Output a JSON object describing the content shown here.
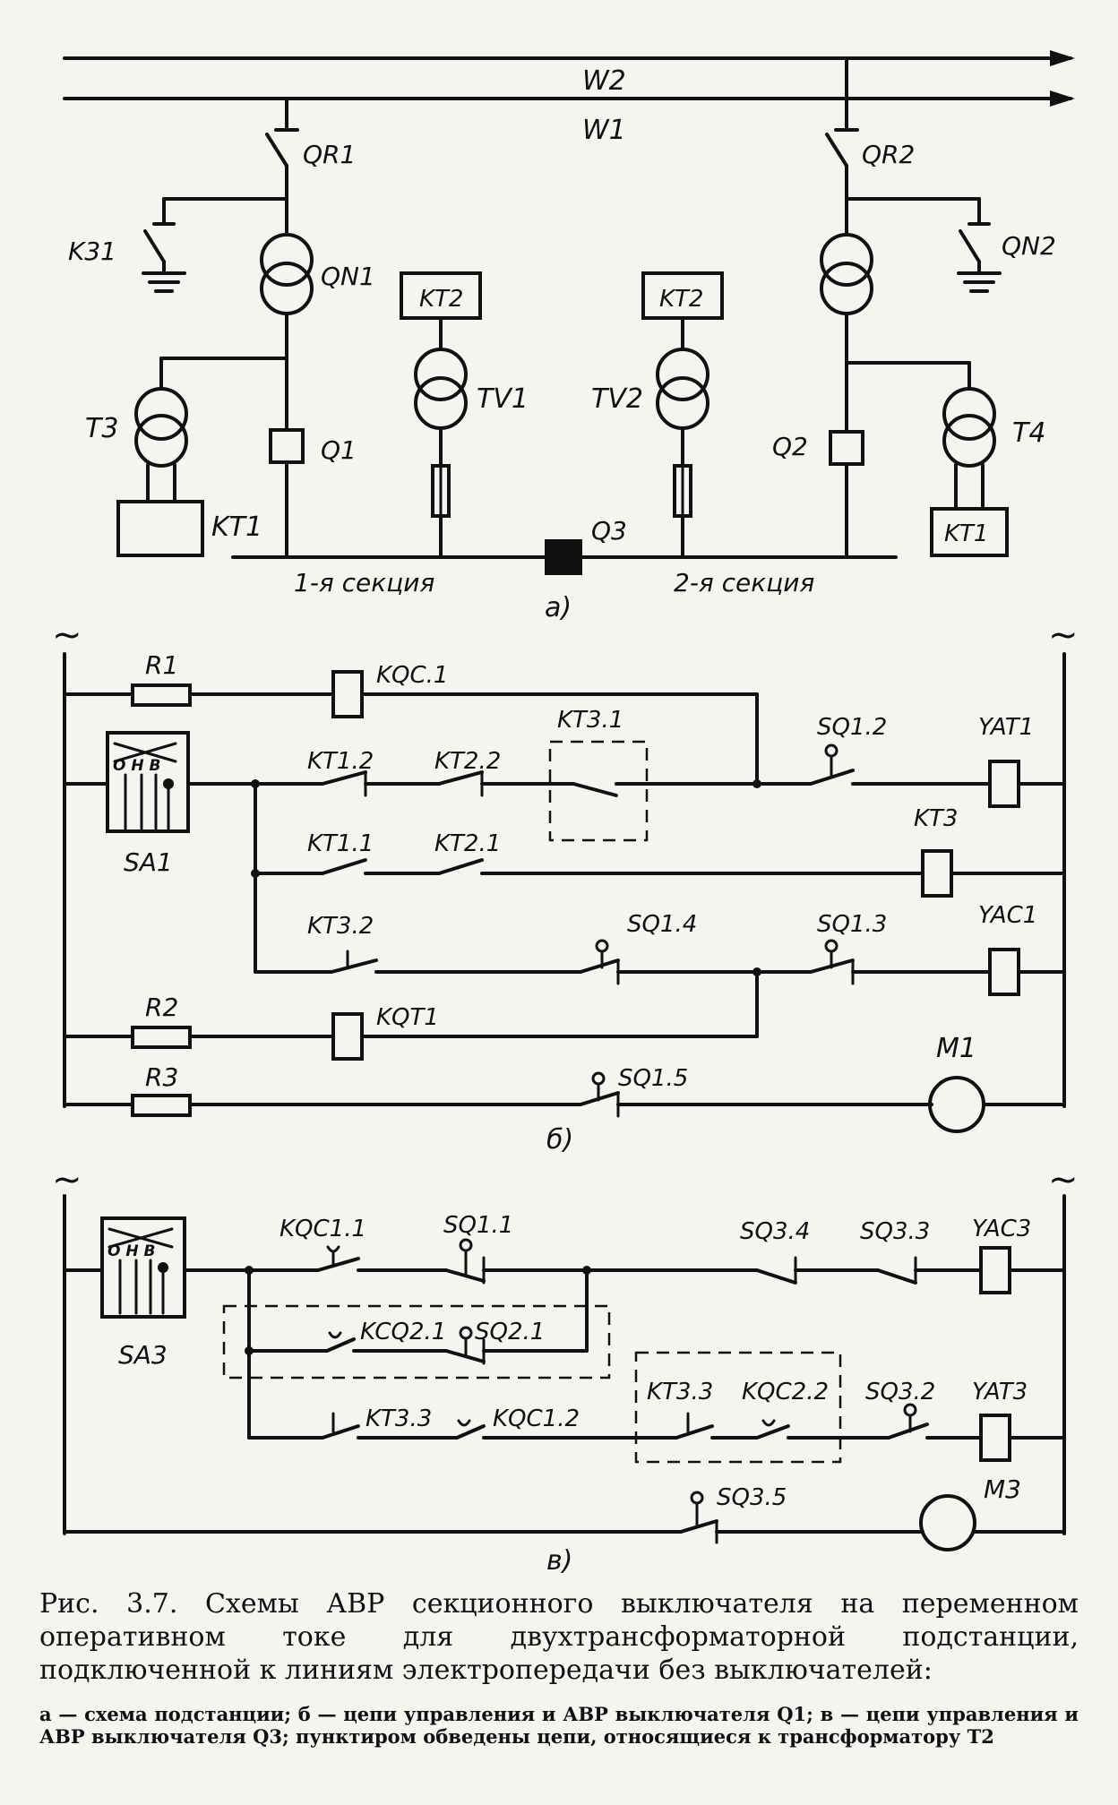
{
  "diagram_a": {
    "lines": {
      "w2": "W2",
      "w1": "W1"
    },
    "labels": {
      "qr1": "QR1",
      "qr2": "QR2",
      "k31": "K31",
      "qn1": "QN1",
      "qn2": "QN2",
      "kt2_left": "KT2",
      "kt2_right": "KT2",
      "tv1": "TV1",
      "tv2": "TV2",
      "t3": "T3",
      "t4": "T4",
      "q1": "Q1",
      "q2": "Q2",
      "q3": "Q3",
      "kt1_left": "KT1",
      "kt1_right": "KT1",
      "section1": "1-я  секция",
      "section2": "2-я  секция"
    },
    "letter": "а)"
  },
  "diagram_b": {
    "tilde": "~",
    "labels": {
      "r1": "R1",
      "kqc1": "KQC.1",
      "kt31": "KT3.1",
      "sq12": "SQ1.2",
      "yat1": "YAT1",
      "kt12": "KT1.2",
      "kt22": "KT2.2",
      "kt11": "KT1.1",
      "kt21": "KT2.1",
      "kt3": "KT3",
      "kt32": "KT3.2",
      "sq14": "SQ1.4",
      "sq13": "SQ1.3",
      "yac1": "YAC1",
      "r2": "R2",
      "kqt1": "KQT1",
      "r3": "R3",
      "sq15": "SQ1.5",
      "m1": "M1"
    },
    "switch": {
      "name": "SA1",
      "marks": "О Н В"
    },
    "letter": "б)"
  },
  "diagram_c": {
    "tilde": "~",
    "labels": {
      "kqc11_top": "KQC1.1",
      "sq11": "SQ1.1",
      "sq34": "SQ3.4",
      "sq33": "SQ3.3",
      "yac3": "YAC3",
      "kcq21": "KCQ2.1",
      "sq21": "SQ2.1",
      "kt33_left": "KT3.3",
      "kqc12": "KQC1.2",
      "kt33_right": "KT3.3",
      "kqc22": "KQC2.2",
      "sq32": "SQ3.2",
      "yat3": "YAT3",
      "sq35": "SQ3.5",
      "m3": "M3"
    },
    "switch": {
      "name": "SA3",
      "marks": "О Н В"
    },
    "letter": "в)"
  },
  "caption": {
    "main": "Рис. 3.7. Схемы АВР секционного выключателя на переменном оперативном токе для двухтрансформаторной подстанции, подключенной к линиям электропередачи без выключателей:",
    "note": "а — схема подстанции; б — цепи управления и АВР выключателя Q1; в — цепи управления и АВР выключателя Q3; пунктиром обведены цепи, относящиеся к трансформатору T2"
  }
}
